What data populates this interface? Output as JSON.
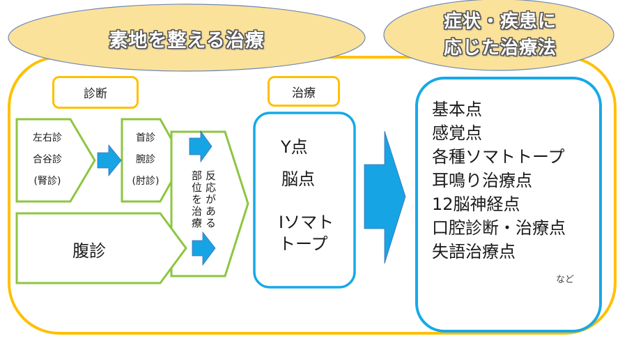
{
  "header": {
    "left_title": "素地を整える治療",
    "right_title_line1": "症状・疾患に",
    "right_title_line2": "応じた治療法"
  },
  "diagnosis": {
    "label": "診断",
    "group1": [
      "左右診",
      "合谷診",
      "(腎診)"
    ],
    "group2": [
      "首診",
      "腕診",
      "(肘診)"
    ],
    "abdominal": "腹診",
    "reaction_text": "反応がある部位を治療"
  },
  "treatment": {
    "label": "治療",
    "items": [
      "Y点",
      "脳点",
      "Iソマト",
      "トープ"
    ]
  },
  "methods": {
    "items": [
      "基本点",
      "感覚点",
      "各種ソマトトープ",
      "耳鳴り治療点",
      "12脳神経点",
      "口腔診断・治療点",
      "失語治療点"
    ],
    "etc": "など"
  },
  "colors": {
    "outer_frame": "#ffc000",
    "ellipse_fill": "#fbe29a",
    "ellipse_stroke": "#6f87b5",
    "pentagon_stroke": "#8cc63f",
    "blue_box": "#16a9e8",
    "arrow_fill": "#17a4e4"
  }
}
